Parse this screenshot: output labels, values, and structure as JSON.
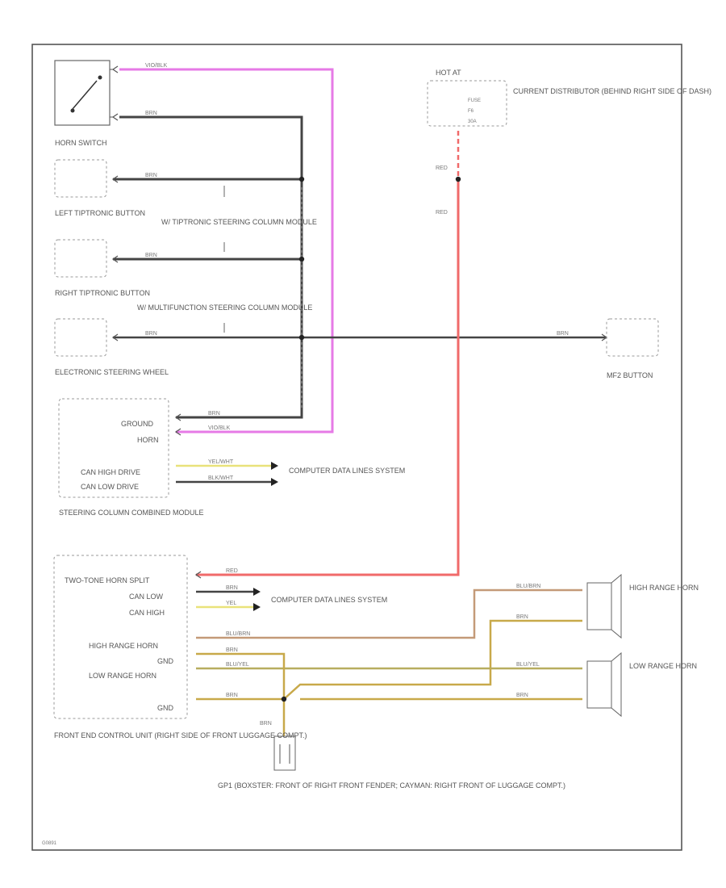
{
  "components": {
    "horn_switch": "HORN SWITCH",
    "left_tiptronic": "LEFT TIPTRONIC BUTTON",
    "right_tiptronic": "RIGHT TIPTRONIC BUTTON",
    "electronic_steering": "ELECTRONIC STEERING WHEEL",
    "w_tiptronic": "W/ TIPTRONIC STEERING COLUMN MODULE",
    "w_multifunction": "W/ MULTIFUNCTION STEERING COLUMN MODULE",
    "steering_module": "STEERING COLUMN COMBINED MODULE",
    "mf2_button": "MF2 BUTTON",
    "hot_at": "HOT AT",
    "current_distributor": "CURRENT DISTRIBUTOR (BEHIND RIGHT SIDE OF DASH)",
    "front_end_control": "FRONT END CONTROL UNIT (RIGHT SIDE OF FRONT LUGGAGE COMPT.)",
    "high_horn": "HIGH RANGE HORN",
    "low_horn": "LOW RANGE HORN",
    "gp1": "GP1 (BOXSTER: FRONT OF RIGHT FRONT FENDER; CAYMAN: RIGHT FRONT OF LUGGAGE COMPT.)"
  },
  "hot_at_pins": {
    "a": "FUSE",
    "b": "F6",
    "c": "30A"
  },
  "steering_pins": {
    "ground": "GROUND",
    "horn": "HORN",
    "can_high": "CAN HIGH DRIVE",
    "can_low": "CAN LOW DRIVE"
  },
  "front_end_pins": {
    "horn_split": "TWO-TONE HORN SPLIT",
    "can_low": "CAN LOW",
    "can_high": "CAN HIGH",
    "high_range": "HIGH RANGE HORN",
    "gnd1": "GND",
    "low_range": "LOW RANGE HORN",
    "gnd2": "GND"
  },
  "wire_labels": {
    "vio_blk": "VIO/BLK",
    "brn": "BRN",
    "red": "RED",
    "yel_wht": "YEL/WHT",
    "blk_wht": "BLK/WHT",
    "yel": "YEL",
    "blu_brn": "BLU/BRN",
    "blu_yel": "BLU/YEL"
  },
  "computer_data": "COMPUTER DATA LINES SYSTEM",
  "ground_wire_color": "BRN",
  "diagram_id": "G0891",
  "wire_colors": {
    "violet": "#e67ae6",
    "brown": "#444444",
    "red": "#f06a6a",
    "yellow": "#e9e27a",
    "tan": "#c49a78",
    "olive": "#c8a94a",
    "olive_yel": "#b7ad5f"
  }
}
